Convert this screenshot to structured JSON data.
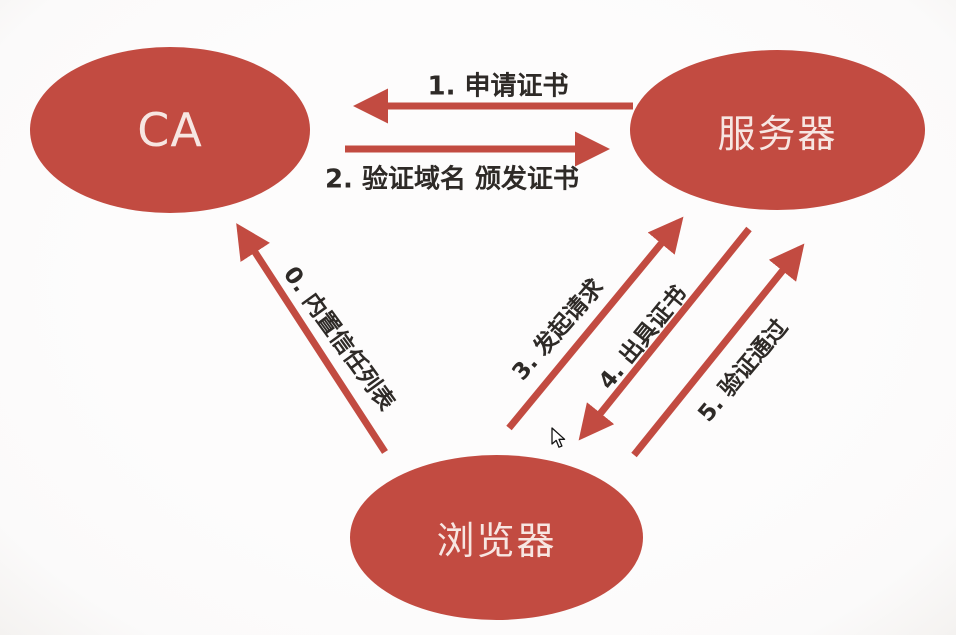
{
  "colors": {
    "background": "#fbfafa",
    "shape": "#c24b41",
    "shape_text": "#f7e6e2",
    "label_text": "#2e2a27"
  },
  "diagram": {
    "type": "flow-diagram",
    "topic": "CA certificate issuance and HTTPS verification flow",
    "nodes": {
      "ca": {
        "label": "CA"
      },
      "server": {
        "label": "服务器"
      },
      "browser": {
        "label": "浏览器"
      }
    },
    "edges": {
      "e1": {
        "label": "1. 申请证书",
        "from": "server",
        "to": "ca"
      },
      "e2": {
        "label": "2. 验证域名 颁发证书",
        "from": "ca",
        "to": "server"
      },
      "e0": {
        "label": "0. 内置信任列表",
        "from": "browser",
        "to": "ca"
      },
      "e3": {
        "label": "3. 发起请求",
        "from": "browser",
        "to": "server"
      },
      "e4": {
        "label": "4. 出具证书",
        "from": "server",
        "to": "browser"
      },
      "e5": {
        "label": "5. 验证通过",
        "from": "browser",
        "to": "server"
      }
    }
  },
  "cursor": {
    "shape": "arrow-pointer"
  }
}
